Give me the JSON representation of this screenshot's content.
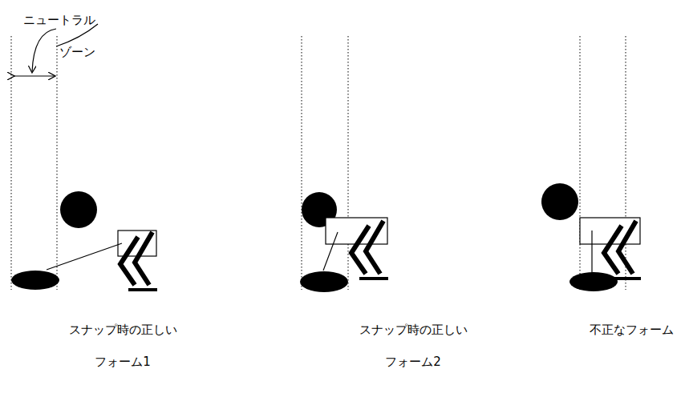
{
  "diagram": {
    "labels": [
      "ニュートラル ゾーン",
      "スナップ時の正しい フォーム1",
      "スナップ時の正しい フォーム2",
      "不正なフォーム"
    ]
  }
}
